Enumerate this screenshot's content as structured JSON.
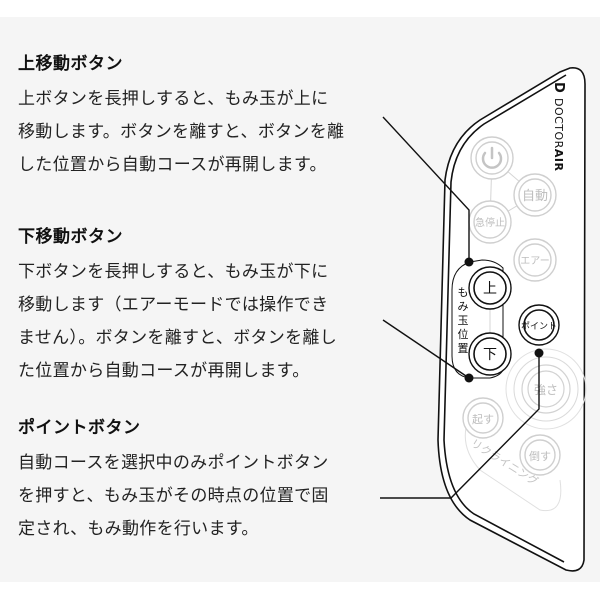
{
  "sections": [
    {
      "title": "上移動ボタン",
      "body": "上ボタンを長押しすると、もみ玉が上に\n移動します。ボタンを離すと、ボタンを離\nした位置から自動コースが再開します。"
    },
    {
      "title": "下移動ボタン",
      "body": "下ボタンを長押しすると、もみ玉が下に\n移動します（エアーモードでは操作でき\nません）。ボタンを離すと、ボタンを離し\nた位置から自動コースが再開します。"
    },
    {
      "title": "ポイントボタン",
      "body": "自動コースを選択中のみポイントボタン\nを押すと、もみ玉がその時点の位置で固\n定され、もみ動作を行います。"
    }
  ],
  "remote": {
    "brand_logo": "D",
    "brand_name_light": "DOCTOR",
    "brand_name_bold": "AIR",
    "buttons": {
      "power": "power-icon",
      "auto": "自動",
      "emergency_stop": "急停止",
      "air": "エアー",
      "up": "上",
      "down": "下",
      "point": "ポイント",
      "strength": "強さ",
      "raise": "起す",
      "recline": "倒す"
    },
    "group_label": "もみ玉位置",
    "reclining_label": "リクライニング"
  },
  "colors": {
    "panel_bg": "#f5f5f5",
    "line": "#111111",
    "inactive": "#c8c8c8"
  }
}
